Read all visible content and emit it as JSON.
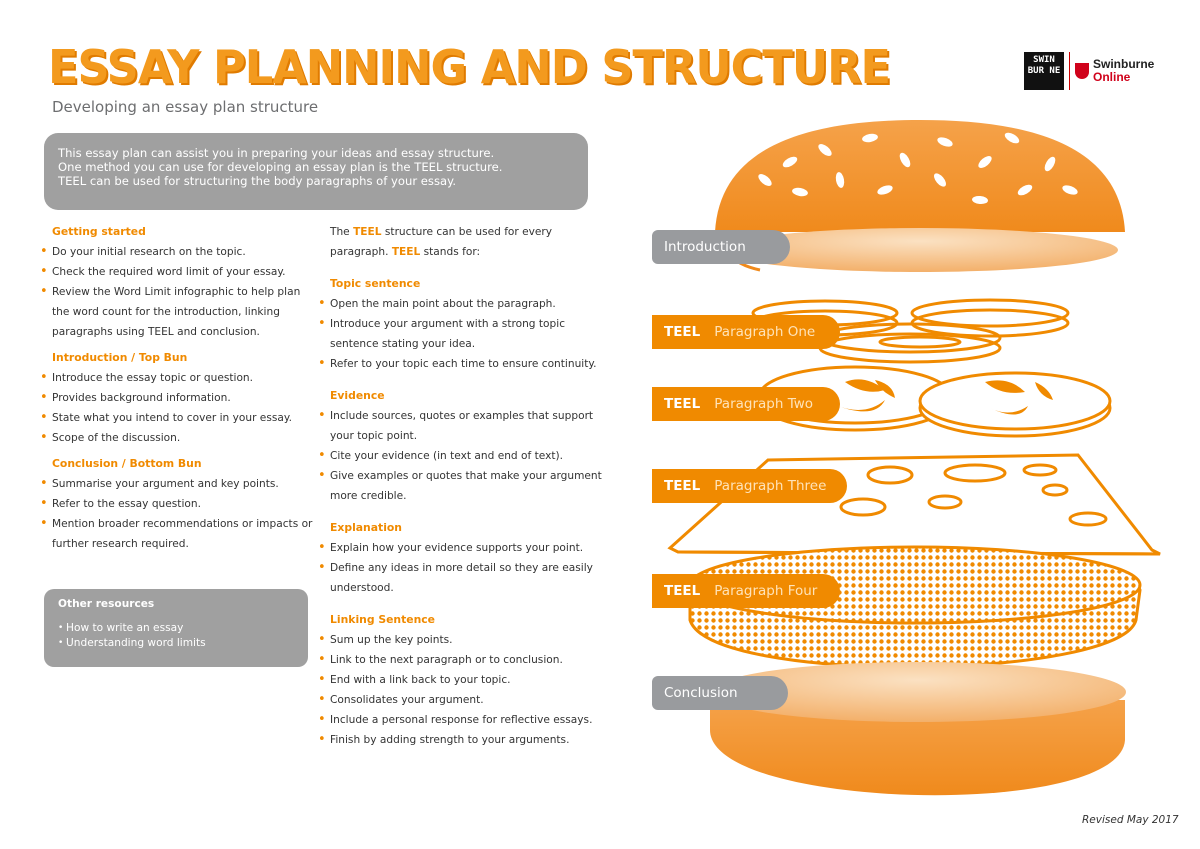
{
  "header": {
    "title": "ESSAY PLANNING AND STRUCTURE",
    "subtitle": "Developing an essay plan structure",
    "logo_mark": "SWIN BUR NE",
    "logo_name": "Swinburne",
    "logo_online": "Online"
  },
  "intro": {
    "line1": "This essay plan can assist you in preparing your ideas and essay structure.",
    "line2": "One method you can use for developing an essay plan is the TEEL structure.",
    "line3": "TEEL can be used for structuring the body paragraphs of your essay."
  },
  "getting_started": {
    "heading": "Getting started",
    "items": [
      "Do your initial research on the topic.",
      "Check the required word limit of your essay.",
      "Review the Word Limit infographic to help plan the word count for the introduction, linking paragraphs using TEEL and conclusion."
    ]
  },
  "introduction_section": {
    "heading": "Introduction / Top Bun",
    "items": [
      "Introduce the essay topic or question.",
      "Provides background information.",
      "State what you intend to cover in your essay.",
      "Scope of the discussion."
    ]
  },
  "conclusion_section": {
    "heading": "Conclusion / Bottom Bun",
    "items": [
      "Summarise your argument and key points.",
      "Refer to the essay question.",
      "Mention broader recommendations or impacts or further research required."
    ]
  },
  "resources": {
    "title": "Other resources",
    "items": [
      "How to write an essay",
      "Understanding word limits"
    ]
  },
  "teel_intro": {
    "p1_pre": "The ",
    "teel": "TEEL",
    "p1_post": " structure can be used for every paragraph. ",
    "p2_post": " stands for:"
  },
  "topic_sentence": {
    "heading": "Topic sentence",
    "items": [
      "Open the main point about the paragraph.",
      "Introduce your argument with a strong topic sentence stating your idea.",
      "Refer to your topic each time to ensure continuity."
    ]
  },
  "evidence": {
    "heading": "Evidence",
    "items": [
      "Include sources, quotes or examples that support your topic point.",
      "Cite your evidence (in text and end of text).",
      "Give examples or quotes that make your argument more credible."
    ]
  },
  "explanation": {
    "heading": "Explanation",
    "items": [
      "Explain how your evidence supports your point.",
      "Define any ideas in more detail so they are easily understood."
    ]
  },
  "linking": {
    "heading": "Linking Sentence",
    "items": [
      "Sum up the key points.",
      "Link to the next paragraph or to conclusion.",
      "End with a link back to your topic.",
      "Consolidates your argument.",
      "Include a personal response for reflective essays.",
      "Finish by adding strength to your arguments."
    ]
  },
  "burger_labels": {
    "introduction": "Introduction",
    "teel": "TEEL",
    "p1": "Paragraph One",
    "p2": "Paragraph Two",
    "p3": "Paragraph Three",
    "p4": "Paragraph Four",
    "conclusion": "Conclusion"
  },
  "footer": {
    "revised": "Revised May 2017"
  },
  "colors": {
    "accent": "#f08a00",
    "grey_box": "#a0a0a0",
    "bun": "#f39a3a"
  }
}
